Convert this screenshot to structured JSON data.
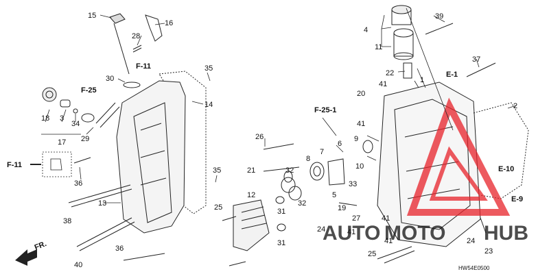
{
  "parts": [
    {
      "id": "p15",
      "label": "15"
    },
    {
      "id": "p16",
      "label": "16"
    },
    {
      "id": "p28",
      "label": "28"
    },
    {
      "id": "p30",
      "label": "30"
    },
    {
      "id": "p35a",
      "label": "35"
    },
    {
      "id": "p14",
      "label": "14"
    },
    {
      "id": "p18",
      "label": "18"
    },
    {
      "id": "p3",
      "label": "3"
    },
    {
      "id": "p34",
      "label": "34"
    },
    {
      "id": "p17",
      "label": "17"
    },
    {
      "id": "p29",
      "label": "29"
    },
    {
      "id": "p36a",
      "label": "36"
    },
    {
      "id": "p13",
      "label": "13"
    },
    {
      "id": "p35b",
      "label": "35"
    },
    {
      "id": "p38",
      "label": "38"
    },
    {
      "id": "p40",
      "label": "40"
    },
    {
      "id": "p36b",
      "label": "36"
    },
    {
      "id": "p4",
      "label": "4"
    },
    {
      "id": "p11",
      "label": "11"
    },
    {
      "id": "p39",
      "label": "39"
    },
    {
      "id": "p22",
      "label": "22"
    },
    {
      "id": "p37",
      "label": "37"
    },
    {
      "id": "p41a",
      "label": "41"
    },
    {
      "id": "p1",
      "label": "1"
    },
    {
      "id": "p20",
      "label": "20"
    },
    {
      "id": "p2",
      "label": "2"
    },
    {
      "id": "p41b",
      "label": "41"
    },
    {
      "id": "p26",
      "label": "26"
    },
    {
      "id": "p6",
      "label": "6"
    },
    {
      "id": "p7",
      "label": "7"
    },
    {
      "id": "p9",
      "label": "9"
    },
    {
      "id": "p21",
      "label": "21"
    },
    {
      "id": "p32a",
      "label": "32"
    },
    {
      "id": "p8",
      "label": "8"
    },
    {
      "id": "p10",
      "label": "10"
    },
    {
      "id": "p33",
      "label": "33"
    },
    {
      "id": "p12",
      "label": "12"
    },
    {
      "id": "p32b",
      "label": "32"
    },
    {
      "id": "p5",
      "label": "5"
    },
    {
      "id": "p25a",
      "label": "25"
    },
    {
      "id": "p31a",
      "label": "31"
    },
    {
      "id": "p19",
      "label": "19"
    },
    {
      "id": "p24a",
      "label": "24"
    },
    {
      "id": "p27",
      "label": "27"
    },
    {
      "id": "p41c",
      "label": "41"
    },
    {
      "id": "p31b",
      "label": "31"
    },
    {
      "id": "p41d",
      "label": "41"
    },
    {
      "id": "p41e",
      "label": "41"
    },
    {
      "id": "p24b",
      "label": "24"
    },
    {
      "id": "p23",
      "label": "23"
    },
    {
      "id": "p25b",
      "label": "25"
    }
  ],
  "references": [
    {
      "id": "f11a",
      "label": "F-11"
    },
    {
      "id": "f25",
      "label": "F-25"
    },
    {
      "id": "f11b",
      "label": "F-11"
    },
    {
      "id": "f251",
      "label": "F-25-1"
    },
    {
      "id": "e1",
      "label": "E-1"
    },
    {
      "id": "e10",
      "label": "E-10"
    },
    {
      "id": "e9",
      "label": "E-9"
    }
  ],
  "front_indicator": "FR.",
  "drawing_code": "HW54E0500",
  "watermark": {
    "part1": "AUTO",
    "part2": "MOTO",
    "part3": "HUB",
    "color_primary": "#e8232a",
    "color_secondary": "#f0a020"
  }
}
